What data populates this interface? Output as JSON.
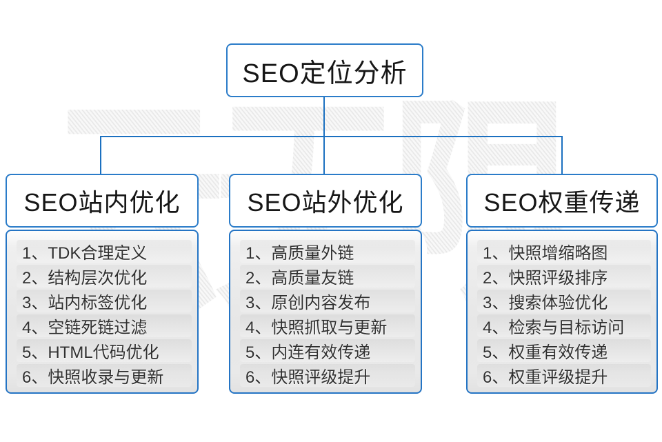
{
  "watermark": {
    "text": "云无限"
  },
  "colors": {
    "line_blue": "#1b70c0",
    "box_border_blue": "#2b7cc9",
    "panel_gray": "#e7e7e7",
    "header_text": "#161616",
    "item_text": "#303030"
  },
  "root_box": {
    "title": "SEO定位分析"
  },
  "columns": [
    {
      "title": "SEO站内优化",
      "items": [
        "1、TDK合理定义",
        "2、结构层次优化",
        "3、站内标签优化",
        "4、空链死链过滤",
        "5、HTML代码优化",
        "6、快照收录与更新"
      ]
    },
    {
      "title": "SEO站外优化",
      "items": [
        "1、高质量外链",
        "2、高质量友链",
        "3、原创内容发布",
        "4、快照抓取与更新",
        "5、内连有效传递",
        "6、快照评级提升"
      ]
    },
    {
      "title": "SEO权重传递",
      "items": [
        "1、快照增缩略图",
        "2、快照评级排序",
        "3、搜索体验优化",
        "4、检索与目标访问",
        "5、权重有效传递",
        "6、权重评级提升"
      ]
    }
  ]
}
